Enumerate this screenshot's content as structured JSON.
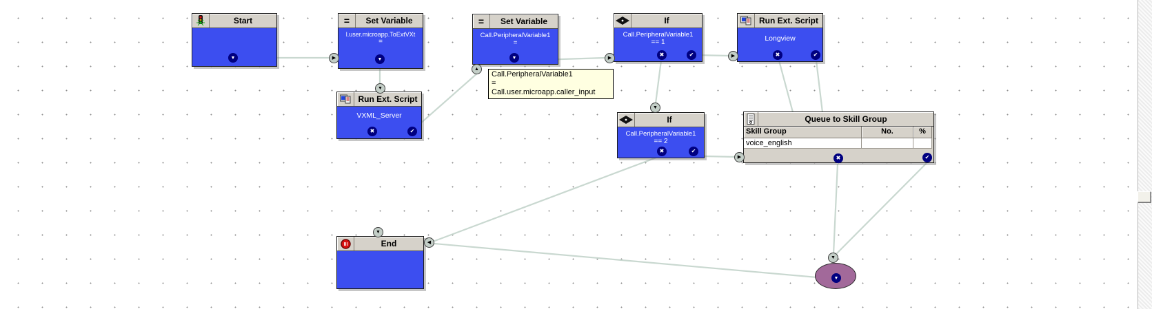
{
  "glyphs": {
    "down_chevron": "▼",
    "up_arrow": "▲",
    "right_arrow": "▶",
    "left_arrow": "◀",
    "check": "✔",
    "cross": "✖",
    "equals": "="
  },
  "colors": {
    "node_body": "#3c4ef0",
    "node_header": "#d6d2ca",
    "connector_line": "#c9d8d0",
    "comment_bg": "#ffffe1",
    "ellipse_fill": "#a2699a",
    "port_navy": "#000080"
  },
  "nodes": {
    "start": {
      "title": "Start"
    },
    "set_variable_1": {
      "title": "Set Variable",
      "body_line1": "l.user.microapp.ToExtVXt",
      "body_line2": "="
    },
    "run_ext_script_1": {
      "title": "Run Ext. Script",
      "body_line1": "VXML_Server"
    },
    "set_variable_2": {
      "title": "Set Variable",
      "body_line1": "Call.PeripheralVariable1",
      "body_line2": "="
    },
    "if_1": {
      "title": "If",
      "body_line1": "Call.PeripheralVariable1",
      "body_line2": "== 1"
    },
    "run_ext_script_2": {
      "title": "Run Ext. Script",
      "body_line1": "Longview"
    },
    "if_2": {
      "title": "If",
      "body_line1": "Call.PeripheralVariable1",
      "body_line2": "== 2"
    },
    "queue_to_skill_group": {
      "title": "Queue to Skill Group",
      "columns": [
        "Skill Group",
        "No.",
        "%"
      ],
      "rows": [
        {
          "skill_group": "voice_english",
          "no": "",
          "pct": ""
        }
      ]
    },
    "end": {
      "title": "End"
    }
  },
  "comment": {
    "line1": "Call.PeripheralVariable1",
    "line2": "=",
    "line3": "Call.user.microapp.caller_input"
  }
}
